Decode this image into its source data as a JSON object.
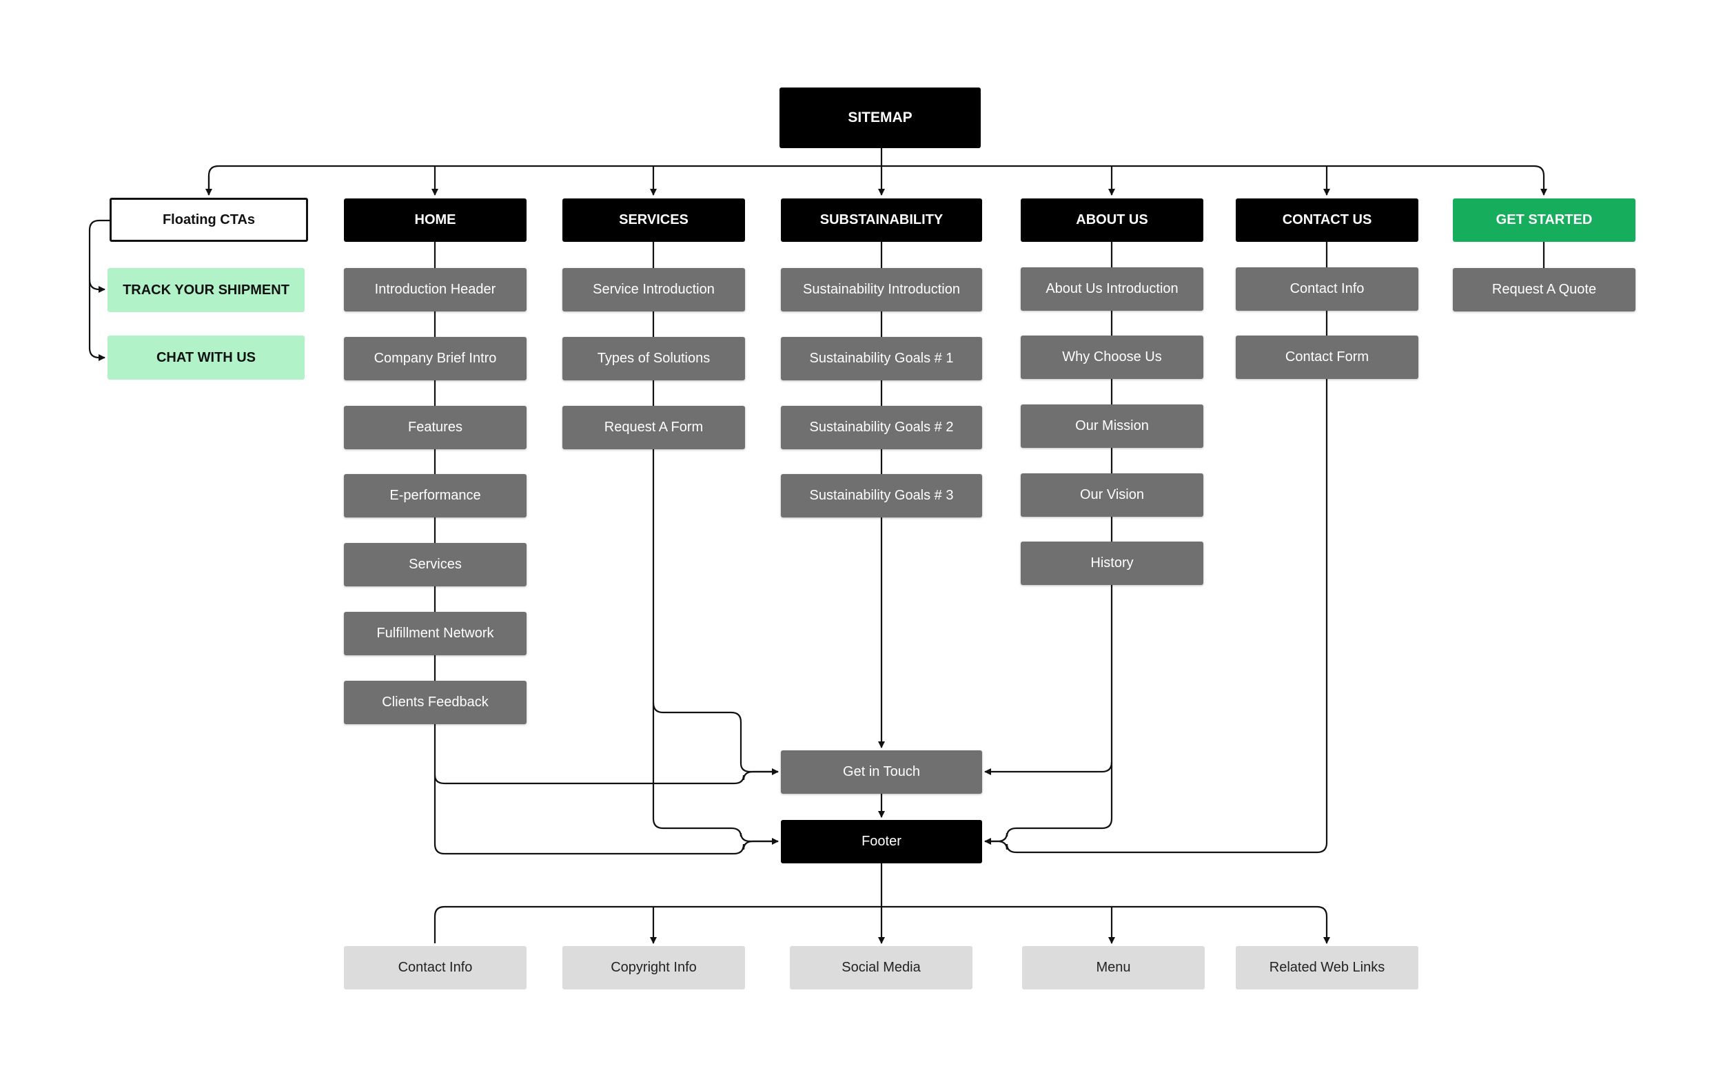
{
  "root": "SITEMAP",
  "floating": {
    "title": "Floating CTAs",
    "items": [
      "TRACK YOUR SHIPMENT",
      "CHAT WITH US"
    ]
  },
  "sections": [
    {
      "title": "HOME",
      "items": [
        "Introduction Header",
        "Company Brief Intro",
        "Features",
        "E-performance",
        "Services",
        "Fulfillment Network",
        "Clients Feedback"
      ]
    },
    {
      "title": "SERVICES",
      "items": [
        "Service Introduction",
        "Types of Solutions",
        "Request A Form"
      ]
    },
    {
      "title": "SUBSTAINABILITY",
      "items": [
        "Sustainability Introduction",
        "Sustainability Goals # 1",
        "Sustainability Goals # 2",
        "Sustainability Goals # 3"
      ]
    },
    {
      "title": "ABOUT US",
      "items": [
        "About Us Introduction",
        "Why Choose Us",
        "Our Mission",
        "Our Vision",
        "History"
      ]
    },
    {
      "title": "CONTACT US",
      "items": [
        "Contact Info",
        "Contact Form"
      ]
    },
    {
      "title": "GET STARTED",
      "items": [
        "Request A Quote"
      ]
    }
  ],
  "get_in_touch": "Get in Touch",
  "footer": {
    "title": "Footer",
    "items": [
      "Contact Info",
      "Copyright Info",
      "Social Media",
      "Menu",
      "Related Web Links"
    ]
  },
  "colors": {
    "black": "#000000",
    "gray": "#707070",
    "light_gray": "#dcdcdc",
    "mint": "#b2f2c9",
    "green": "#16ad5c",
    "line": "#111111"
  }
}
